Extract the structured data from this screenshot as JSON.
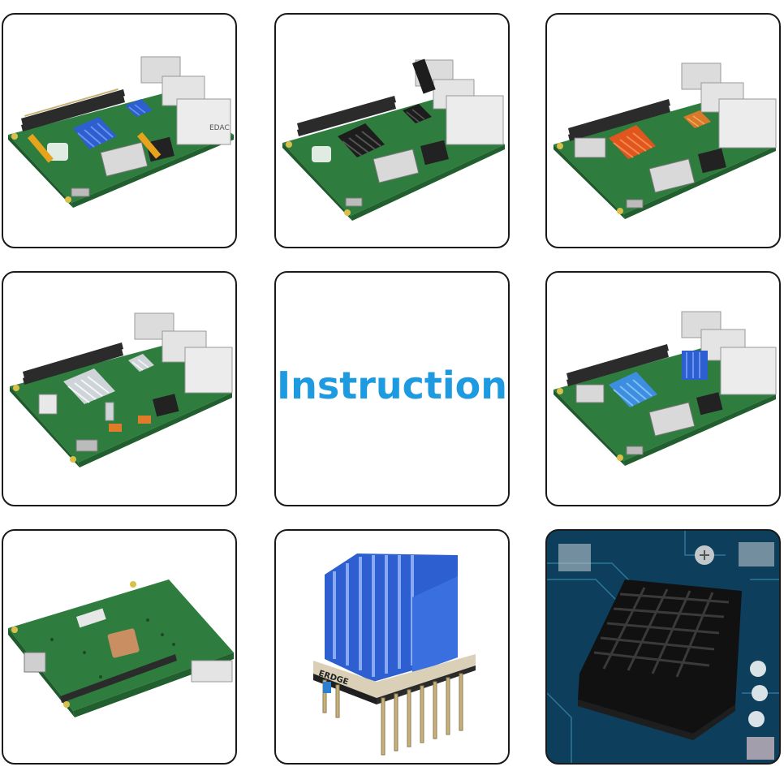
{
  "center_tile": {
    "text": "Instruction",
    "color": "#1e9be0"
  },
  "tiles": [
    {
      "name": "board-blue-heatsinks",
      "printed": [
        "EDAC"
      ]
    },
    {
      "name": "board-black-heatsinks"
    },
    {
      "name": "board-orange-heatsinks"
    },
    {
      "name": "board-silver-heatsinks"
    },
    {
      "name": "instruction-tile"
    },
    {
      "name": "board-blue-heatsinks-2"
    },
    {
      "name": "board-underside-copper-heatsink"
    },
    {
      "name": "stepper-driver-blue-heatsink",
      "printed": [
        "ERDGE"
      ]
    },
    {
      "name": "black-heatsink-closeup"
    }
  ],
  "colors": {
    "pcb_green": "#2f7d3e",
    "heatsink_blue": "#2d5fd0",
    "heatsink_black": "#1d1d1d",
    "heatsink_orange": "#e0561c",
    "heatsink_silver": "#cfd4d8",
    "copper": "#c98f62",
    "accent_blue": "#1e9be0"
  }
}
